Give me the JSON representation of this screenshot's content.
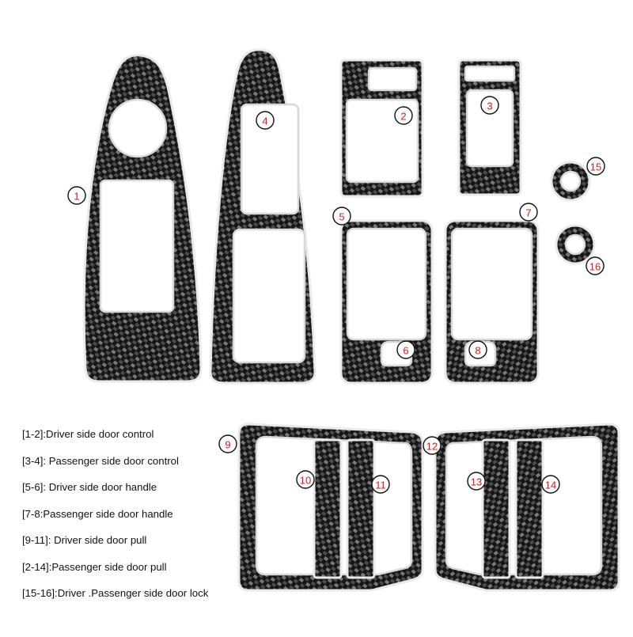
{
  "colors": {
    "carbon_dark": "#161616",
    "carbon_light": "#7a7a7a",
    "trim": "#e9e9e9",
    "label_red": "#e01818"
  },
  "labels": [
    "1",
    "2",
    "3",
    "4",
    "5",
    "6",
    "7",
    "8",
    "9",
    "10",
    "11",
    "12",
    "13",
    "14",
    "15",
    "16"
  ],
  "legend": [
    "[1-2]:Driver side door control",
    "[3-4]: Passenger side door control",
    "[5-6]: Driver side door handle",
    "[7-8:Passenger side door handle",
    "[9-11]: Driver side door pull",
    "[2-14]:Passenger side door pull",
    "[15-16]:Driver .Passenger  side door lock"
  ]
}
